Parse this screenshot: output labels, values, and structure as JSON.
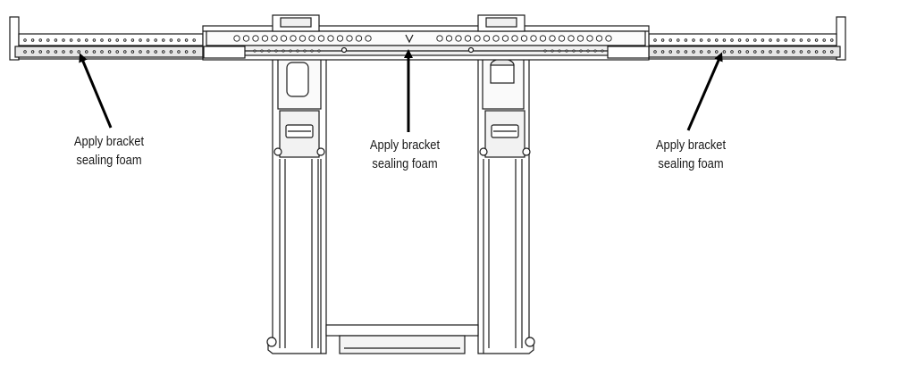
{
  "callouts": [
    {
      "id": "left",
      "line1": "Apply bracket",
      "line2": "sealing foam"
    },
    {
      "id": "center",
      "line1": "Apply bracket",
      "line2": "sealing foam"
    },
    {
      "id": "right",
      "line1": "Apply bracket",
      "line2": "sealing foam"
    }
  ],
  "colors": {
    "line": "#1a1a1a",
    "fill": "#f2f2f2",
    "shade": "#d8d8d8",
    "arrow": "#000000"
  }
}
